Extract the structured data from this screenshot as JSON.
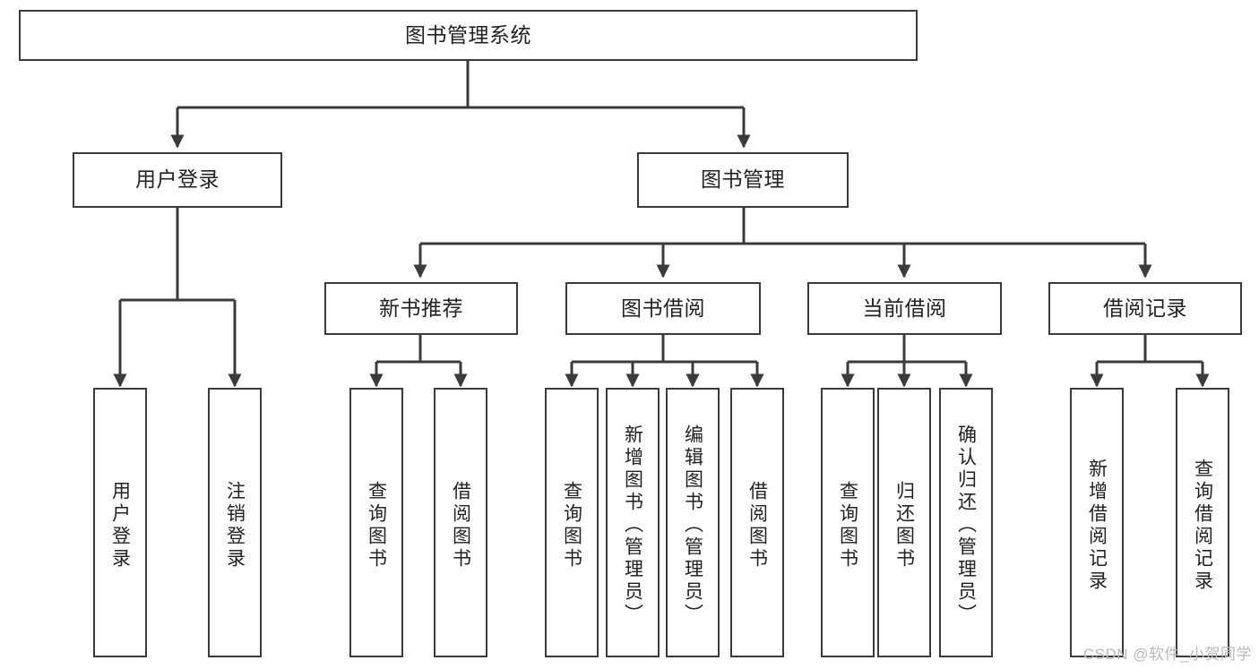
{
  "diagram": {
    "type": "tree-hierarchy",
    "title_node": {
      "label": "图书管理系统"
    },
    "level2": [
      {
        "label": "用户登录"
      },
      {
        "label": "图书管理"
      }
    ],
    "level3": [
      {
        "label": "新书推荐"
      },
      {
        "label": "图书借阅"
      },
      {
        "label": "当前借阅"
      },
      {
        "label": "借阅记录"
      }
    ],
    "leaves": [
      {
        "label": "用户登录"
      },
      {
        "label": "注销登录"
      },
      {
        "label": "查询图书"
      },
      {
        "label": "借阅图书"
      },
      {
        "label": "查询图书"
      },
      {
        "label": "新增图书（管理员）"
      },
      {
        "label": "编辑图书（管理员）"
      },
      {
        "label": "借阅图书"
      },
      {
        "label": "查询图书"
      },
      {
        "label": "归还图书"
      },
      {
        "label": "确认归还（管理员）"
      },
      {
        "label": "新增借阅记录"
      },
      {
        "label": "查询借阅记录"
      }
    ]
  },
  "watermark": {
    "text": "CSDN @软件_小贺同学"
  },
  "colors": {
    "border": "#3b3b3b",
    "background": "#ffffff",
    "text": "#222222",
    "watermark": "#b9b9b9"
  }
}
